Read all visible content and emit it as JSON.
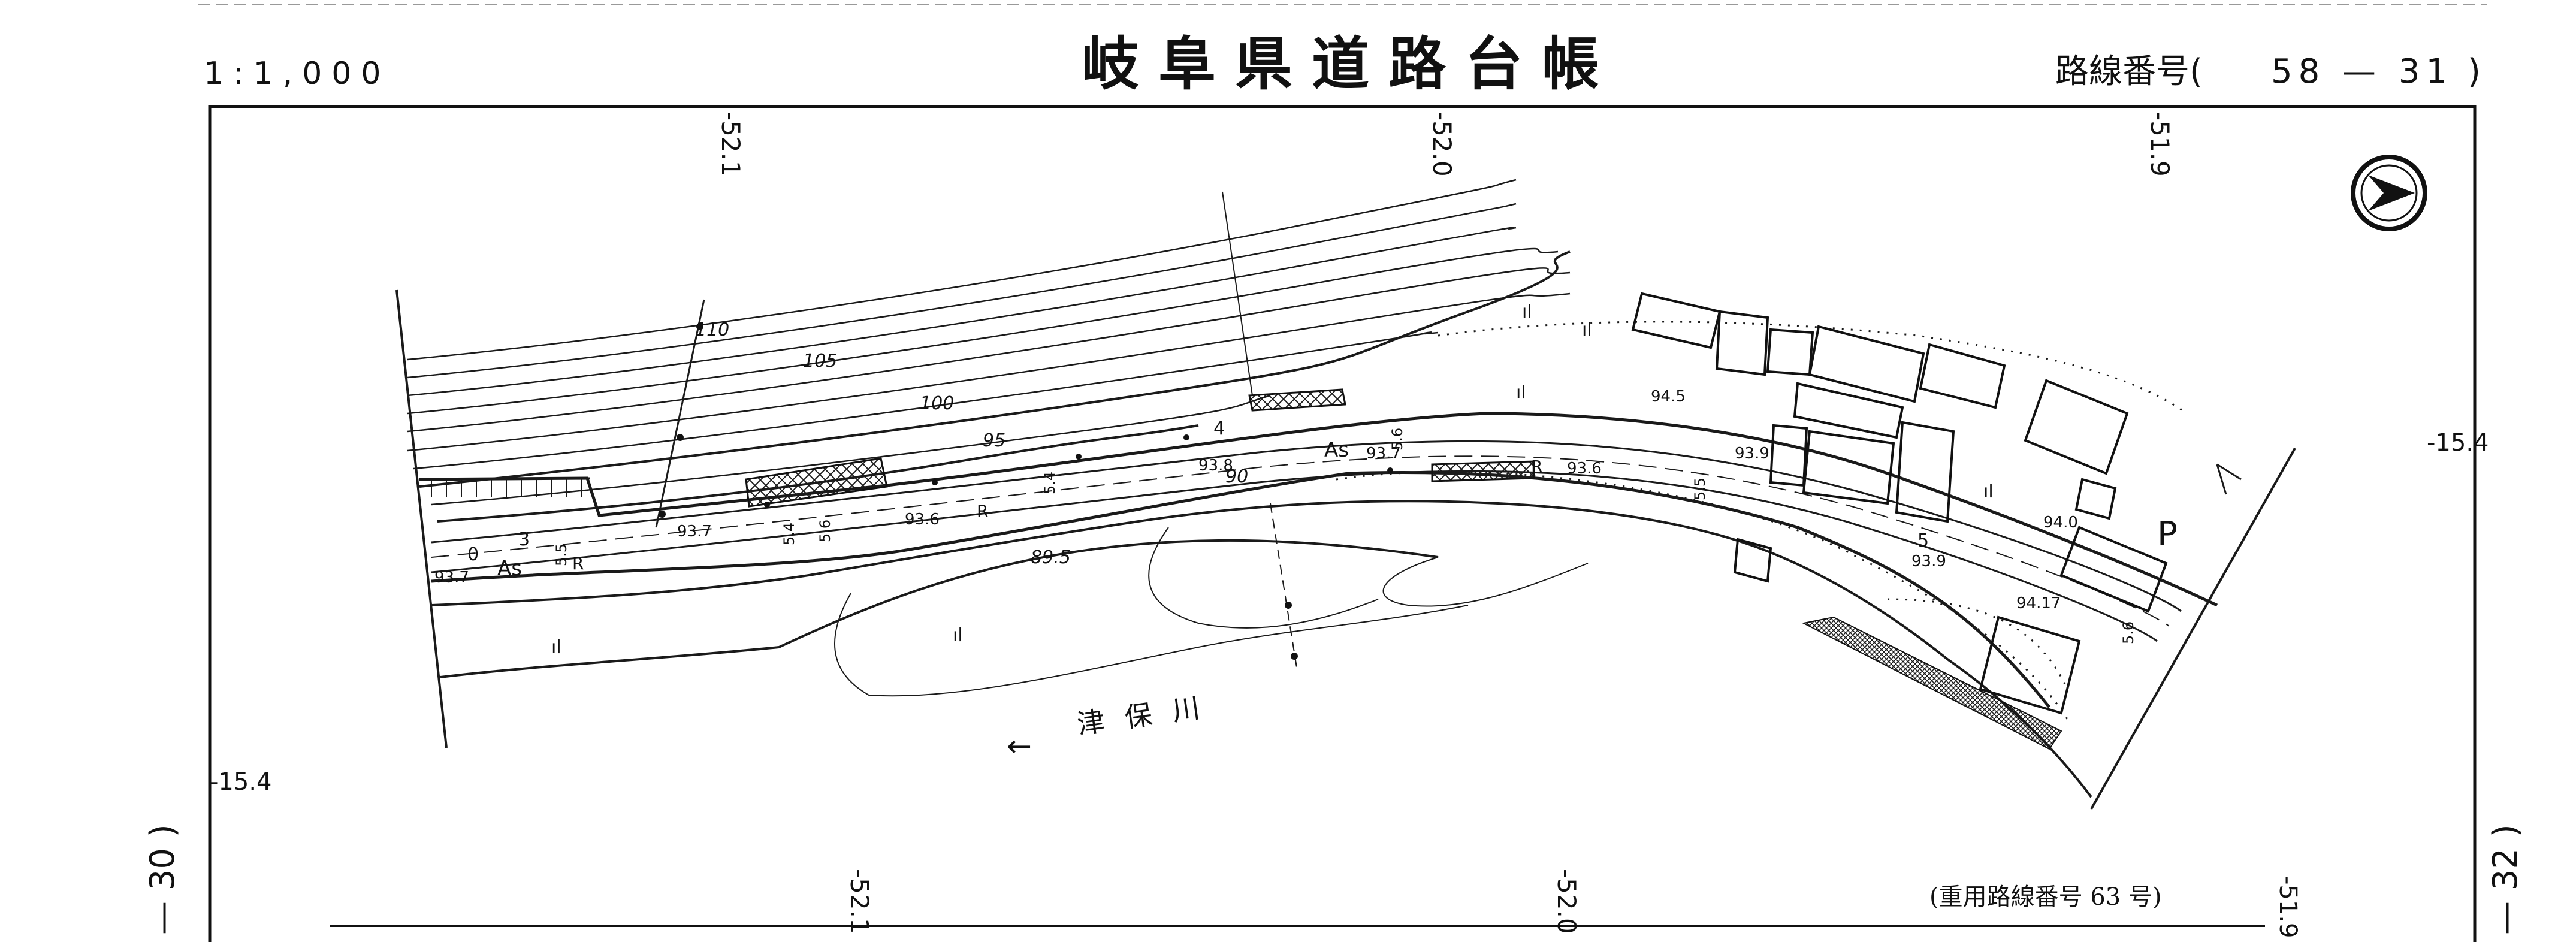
{
  "header": {
    "scale": "1:1,000",
    "title": "岐阜県道路台帳",
    "route_label": "路線番号(",
    "route_number": "58 — 31",
    "route_close": ")"
  },
  "footer": {
    "overlap_route": "(重用路線番号 63 号)"
  },
  "sheet_refs": {
    "left": "— 30 )",
    "right": "— 32 )"
  },
  "grid": {
    "top": [
      "-52.1",
      "-52.0",
      "-51.9"
    ],
    "bottom": [
      "-52.1",
      "-52.0",
      "-51.9"
    ],
    "left": "-15.4",
    "right": "-15.4"
  },
  "contours": [
    "110",
    "105",
    "100",
    "95",
    "90",
    "89.5"
  ],
  "elevations": [
    "93.7",
    "93.7",
    "93.6",
    "93.8",
    "93.7",
    "93.6",
    "94.5",
    "93.9",
    "93.9",
    "94.0",
    "94.17"
  ],
  "stations": [
    "0",
    "3",
    "4",
    "5"
  ],
  "surface": {
    "asphalt": "As",
    "road": "R"
  },
  "widths": [
    "5.5",
    "5.4",
    "5.6",
    "5.4",
    "5.6",
    "5.5",
    "5.6"
  ],
  "river": {
    "name": "津保川",
    "arrow": "←"
  },
  "symbols": {
    "vegetation": "ıl",
    "parking": "P"
  }
}
